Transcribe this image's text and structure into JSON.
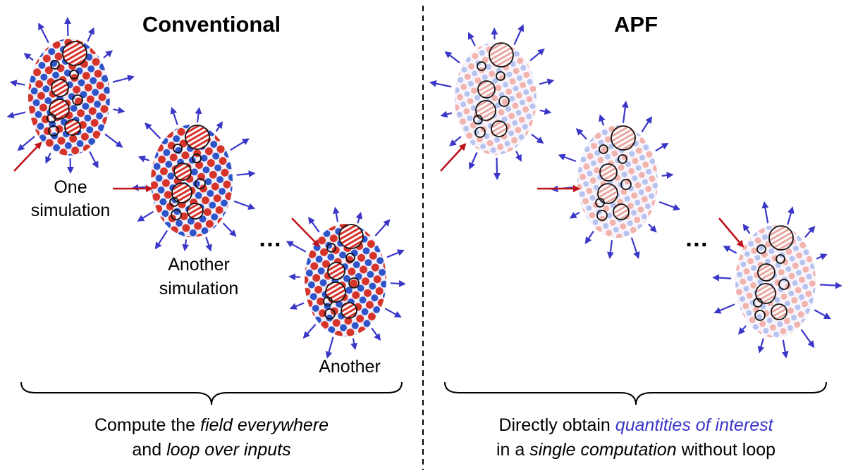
{
  "left_panel": {
    "title": "Conventional",
    "labels": {
      "one_line1": "One",
      "one_line2": "simulation",
      "another_line1": "Another",
      "another_line2": "simulation",
      "another_single": "Another"
    },
    "caption": {
      "line1_prefix": "Compute the ",
      "line1_italic": "field everywhere",
      "line2_prefix": "and ",
      "line2_italic": "loop over inputs"
    }
  },
  "right_panel": {
    "title": "APF",
    "caption": {
      "line1_prefix": "Directly obtain ",
      "line1_highlight": "quantities of interest",
      "line2_prefix": "in a ",
      "line2_italic": "single computation",
      "line2_suffix": " without loop"
    }
  },
  "ellipsis": "…",
  "colors": {
    "incident_arrow": "#c0141c",
    "scattered_arrow": "#3a36c8",
    "field_red": "#d6332b",
    "field_blue": "#2f53c8",
    "highlight_text": "#3a36c8",
    "divider": "#000000"
  }
}
